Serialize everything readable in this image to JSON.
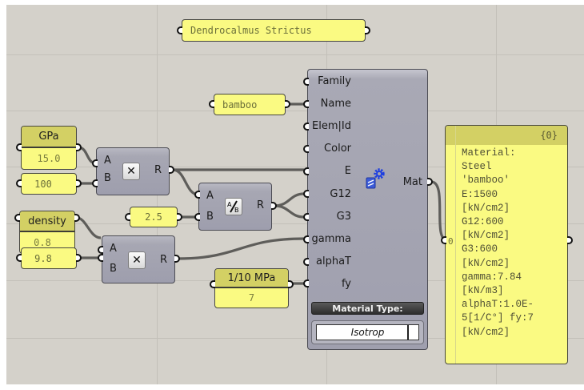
{
  "title_panel": {
    "text": "Dendrocalmus Strictus"
  },
  "name_panel": {
    "text": "bamboo"
  },
  "params": {
    "gpa": {
      "label": "GPa",
      "value": "15.0"
    },
    "density": {
      "label": "density",
      "value": "0.8"
    },
    "fy_mpa": {
      "label": "1/10 MPa",
      "value": "7"
    }
  },
  "panels": {
    "factor_100": "100",
    "divisor": "2.5",
    "gravity": "9.8"
  },
  "multiply1": {
    "inputs": [
      "A",
      "B"
    ],
    "output": "R",
    "icon": "multiply-icon",
    "glyph": "✕"
  },
  "divide": {
    "inputs": [
      "A",
      "B"
    ],
    "output": "R",
    "icon": "divide-icon"
  },
  "multiply2": {
    "inputs": [
      "A",
      "B"
    ],
    "output": "R",
    "icon": "multiply-icon",
    "glyph": "✕"
  },
  "material": {
    "inputs": [
      "Family",
      "Name",
      "Elem|Id",
      "Color",
      "E",
      "G12",
      "G3",
      "gamma",
      "alphaT",
      "fy"
    ],
    "output": "Mat",
    "icon": "material-gear-icon",
    "type_label": "Material Type:",
    "type_value": "Isotrop"
  },
  "output_panel": {
    "header": "{0}",
    "index": "0",
    "lines": [
      "Material:",
      "Steel",
      "'bamboo'",
      "E:1500",
      "[kN/cm2]",
      "G12:600",
      "[kN/cm2]",
      "G3:600",
      "[kN/cm2]",
      "gamma:7.84",
      "[kN/m3]",
      "alphaT:1.0E-",
      "5[1/C°] fy:7",
      "[kN/cm2]"
    ]
  },
  "colors": {
    "panel_yellow": "#fafa82",
    "param_header": "#d3d064",
    "component_gray": "#a7a7b3",
    "canvas": "#d4d1ca",
    "wire": "#5e5d5a"
  }
}
